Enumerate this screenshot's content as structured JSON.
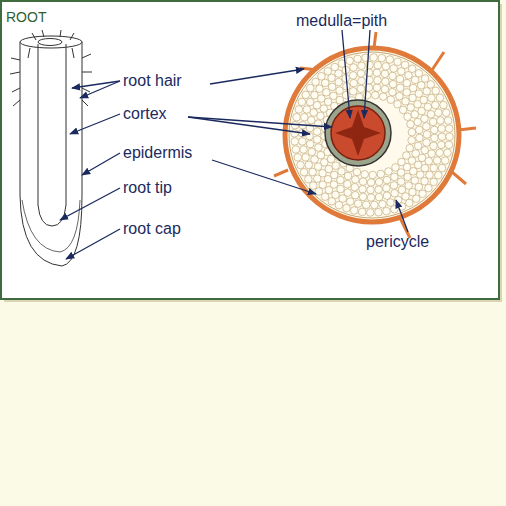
{
  "diagram": {
    "title": "ROOT",
    "labels": [
      "root hair",
      "cortex",
      "epidermis",
      "root tip",
      "root cap",
      "medulla=pith",
      "pericycle"
    ]
  }
}
